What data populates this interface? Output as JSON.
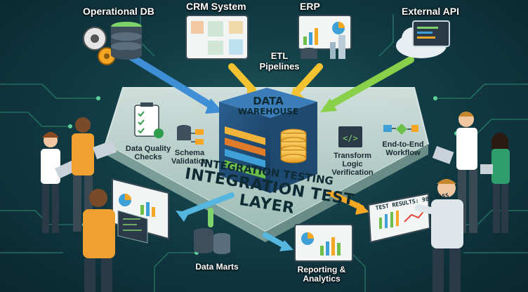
{
  "sources": {
    "operational_db": "Operational DB",
    "crm": "CRM System",
    "erp": "ERP",
    "external_api": "External API"
  },
  "etl": "ETL Pipelines",
  "warehouse": {
    "line1": "DATA",
    "line2": "WAREHOUSE"
  },
  "checks": {
    "data_quality": "Data Quality Checks",
    "schema": "Schema Validation",
    "transform": "Transform Logic Verification",
    "end_to_end": "End-to-End Workflow"
  },
  "banner": {
    "small": "INTEGRATION TESTING",
    "large": "INTEGRATION TEST LAYER"
  },
  "outputs": {
    "data_marts": "Data Marts",
    "reporting": "Reporting & Analytics"
  },
  "test_results": "TEST RESULTS: 98% PASS",
  "colors": {
    "accent_green": "#7fd36a",
    "accent_orange": "#f5a623",
    "circuit": "#2f8a6e",
    "platform": "#c9dcd6"
  }
}
